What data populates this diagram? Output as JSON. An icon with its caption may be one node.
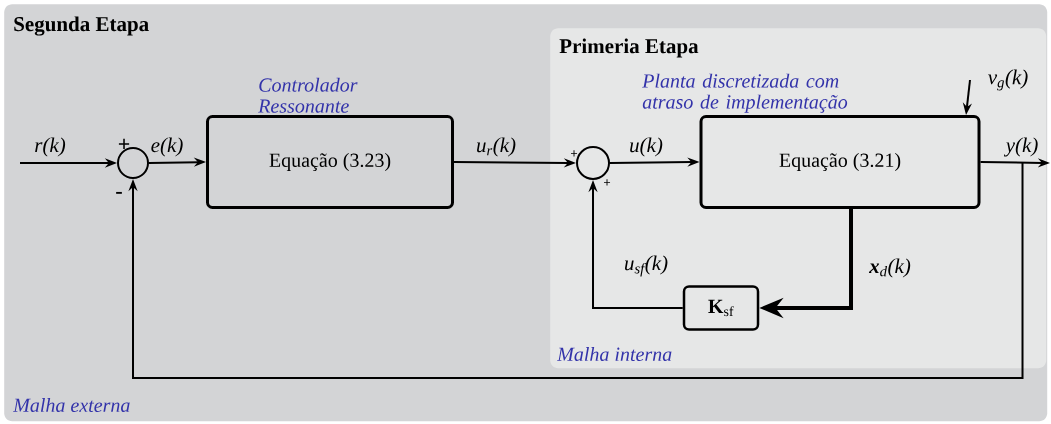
{
  "diagram": {
    "nodes": [
      {
        "text": [
          "Segunda Etapa",
          "Malha externa"
        ]
      },
      {
        "text": [
          "Primeria Etapa",
          "Malha interna"
        ],
        "in": 0
      },
      {
        "text": [],
        "shape": "circle",
        "in": 0
      },
      {
        "text": [
          "Equação (3.23)"
        ],
        "beside": [
          "Controlador Ressonante"
        ],
        "in": 0
      },
      {
        "text": [],
        "shape": "circle",
        "in": 1
      },
      {
        "text": [
          "Equação (3.21)"
        ],
        "beside": [
          "Planta discretizada com atraso de implementação"
        ],
        "in": 1
      },
      {
        "text": [
          "**K**$_{sf}$"
        ],
        "in": 1
      }
    ],
    "edges": [
      {
        "from": null,
        "to": 2,
        "arrow": "to",
        "label": "r(k)"
      },
      {
        "from": 2,
        "to": 3,
        "arrow": "to",
        "label": "e(k)"
      },
      {
        "from": 3,
        "to": 4,
        "arrow": "to",
        "label": "u$_{r}$(k)"
      },
      {
        "from": 4,
        "to": 5,
        "arrow": "to",
        "label": "u(k)"
      },
      {
        "from": 5,
        "to": null,
        "arrow": "to",
        "label": "y(k)"
      },
      {
        "from": null,
        "to": 5,
        "arrow": "to",
        "label": "v$_{g}$(k)"
      },
      {
        "from": 5,
        "to": 6,
        "arrow": "to",
        "label": "**x**$_{d}$(k)",
        "style": "thick"
      },
      {
        "from": 6,
        "to": 4,
        "arrow": "to",
        "label": "u$_{sf}$(k)"
      },
      {
        "from": 5,
        "to": 2,
        "arrow": "to"
      }
    ],
    "labels": [
      "+",
      "-",
      "+",
      "+"
    ]
  }
}
